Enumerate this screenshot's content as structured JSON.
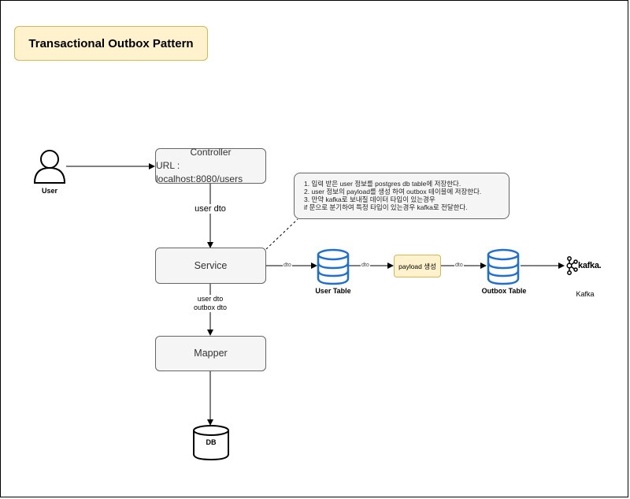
{
  "title": "Transactional Outbox Pattern",
  "actor": {
    "label": "User"
  },
  "controller": {
    "line1": "Controller",
    "line2": "URL : localhost:8080/users"
  },
  "service": {
    "label": "Service"
  },
  "mapper": {
    "label": "Mapper"
  },
  "db": {
    "label": "DB"
  },
  "edges": {
    "controller_service": "user dto",
    "service_mapper_1": "user dto",
    "service_mapper_2": "outbox dto",
    "service_usertable": "dto",
    "usertable_payload": "dto",
    "payload_outbox": "dto"
  },
  "note": {
    "lines": [
      "1. 입력 받은 user 정보를 postgres db table에 저장한다.",
      "2. user 정보의 payload를 생성 하여 outbox 테이블에 저장한다.",
      "3. 만약 kafka로 보내질 데이터 타입이 있는경우",
      "if 문으로 분기하여 특정 타입이 있는경우 kafka로 전달한다."
    ]
  },
  "user_table": {
    "label": "User Table"
  },
  "payload_box": {
    "label": "payload 생성"
  },
  "outbox_table": {
    "label": "Outbox Table"
  },
  "kafka": {
    "logo_text": "kafka.",
    "label": "Kafka"
  },
  "colors": {
    "title_fill": "#fff2cc",
    "title_stroke": "#d6b656",
    "box_fill": "#f5f5f5",
    "cylinder_blue": "#1f6fd1"
  }
}
